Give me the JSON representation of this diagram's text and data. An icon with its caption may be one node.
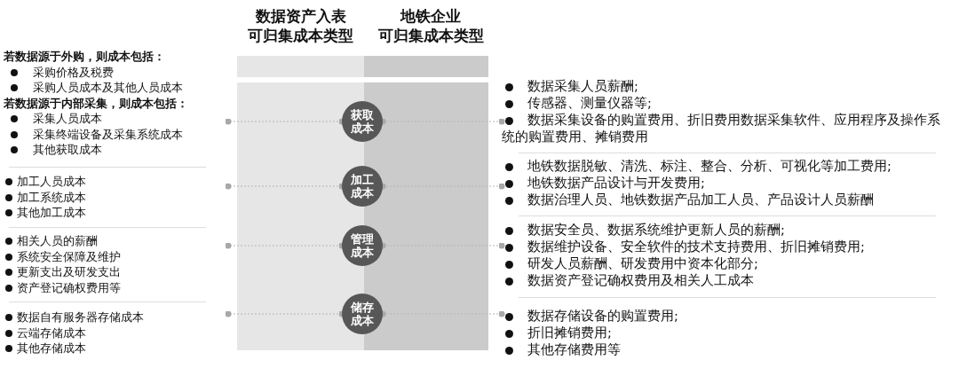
{
  "diagram": {
    "nodes": [
      {
        "text": [
          "若数据源于外购，则成本包括：",
          "采购价格及税费",
          "采购人员成本及其他人员成本",
          "若数据源于内部采集，则成本包括：",
          "采集人员成本",
          "采集终端设备及采集系统成本",
          "其他获取成本"
        ]
      },
      {
        "text": [
          "获取成本"
        ]
      },
      {
        "text": [
          "数据采集人员薪酬;",
          "传感器、测量仪器等;",
          "数据采集设备的购置费用、折旧费用数据采集软件、应用程序及操作系统的购置费用、摊销费用"
        ]
      },
      {
        "text": [
          "加工人员成本",
          "加工系统成本",
          "其他加工成本"
        ]
      },
      {
        "text": [
          "加工成本"
        ]
      },
      {
        "text": [
          "地铁数据脱敏、清洗、标注、整合、分析、可视化等加工费用;",
          "地铁数据产品设计与开发费用;",
          "数据治理人员、地铁数据产品加工人员、产品设计人员薪酬"
        ]
      },
      {
        "text": [
          "相关人员的薪酬",
          "系统安全保障及维护",
          "更新支出及研发支出",
          "资产登记确权费用等"
        ]
      },
      {
        "text": [
          "管理成本"
        ]
      },
      {
        "text": [
          "数据安全员、数据系统维护更新人员的薪酬;",
          "数据维护设备、安全软件的技术支持费用、折旧摊销费用;",
          "研发人员薪酬、研发费用中资本化部分;",
          "数据资产登记确权费用及相关人工成本"
        ]
      },
      {
        "text": [
          "数据自有服务器存储成本",
          "云端存储成本",
          "其他存储成本"
        ]
      },
      {
        "text": [
          "储存成本"
        ]
      },
      {
        "text": [
          "数据存储设备的购置费用;",
          "折旧摊销费用;",
          "其他存储费用等"
        ]
      }
    ],
    "edges": [
      {
        "from": 1,
        "to": 0,
        "arrow": "other"
      },
      {
        "from": 1,
        "to": 2,
        "arrow": "other"
      },
      {
        "from": 4,
        "to": 3,
        "arrow": "other"
      },
      {
        "from": 4,
        "to": 5,
        "arrow": "other"
      },
      {
        "from": 7,
        "to": 6,
        "arrow": "other"
      },
      {
        "from": 7,
        "to": 8,
        "arrow": "other"
      },
      {
        "from": 10,
        "to": 9,
        "arrow": "other"
      },
      {
        "from": 10,
        "to": 11,
        "arrow": "other"
      }
    ],
    "labels": [
      "数据资产入表可归集成本类型",
      "地铁企业可归集成本类型"
    ]
  }
}
